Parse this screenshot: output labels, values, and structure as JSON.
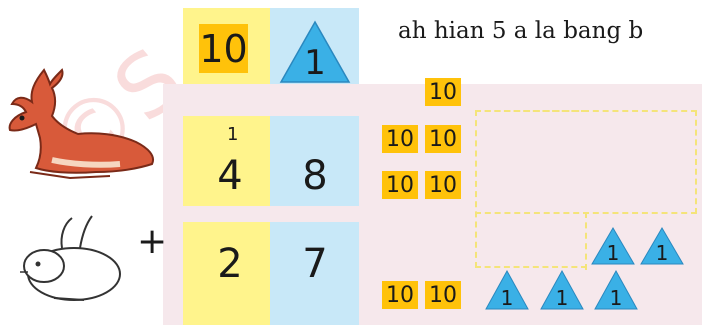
{
  "header": {
    "ten_label": "10",
    "one_label": "1",
    "sentence": "ah hian 5 a la bang b"
  },
  "tens_column": {
    "top_label": "10",
    "rows": [
      [
        "10",
        "10"
      ],
      [
        "10",
        "10"
      ]
    ],
    "bottom": [
      "10",
      "10"
    ]
  },
  "problem": {
    "carry": "1",
    "row1": {
      "tens": "4",
      "ones": "8"
    },
    "operator": "+",
    "row2": {
      "tens": "2",
      "ones": "7"
    }
  },
  "ones_triangles": {
    "upper": [
      "1",
      "1"
    ],
    "lower": [
      "1",
      "1",
      "1"
    ]
  },
  "watermark": "©S",
  "colors": {
    "ten_tile": "#ffc20a",
    "one_triangle": "#3ab0e6",
    "yellow_col": "#fff48c",
    "blue_col": "#c8e8f8",
    "panel": "#f6e8ec"
  }
}
